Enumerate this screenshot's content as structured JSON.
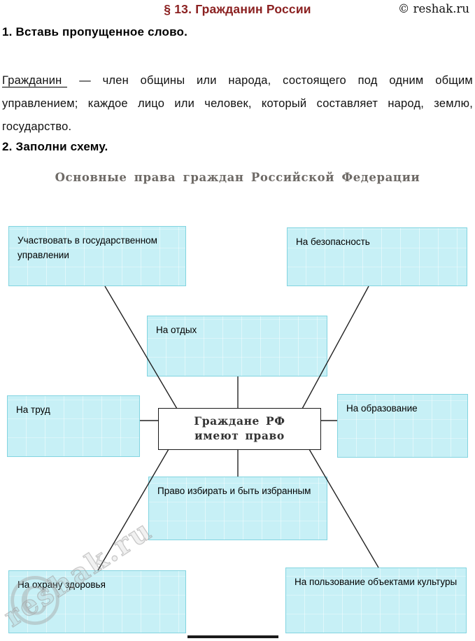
{
  "header": {
    "title": "§ 13. Гражданин России",
    "brand": "© reshak.ru"
  },
  "task1": {
    "heading": "1. Вставь пропущенное слово.",
    "term": "Гражданин",
    "definition": "— член общины или народа, состоящего под одним общим управлением; каждое лицо или человек, который составляет народ, землю, государство."
  },
  "task2": {
    "heading": "2. Заполни схему."
  },
  "diagram": {
    "title": "Основные права граждан Российской Федерации",
    "center": {
      "line1": "Граждане РФ",
      "line2": "имеют право"
    },
    "boxes": [
      {
        "id": "participate",
        "label": "Участвовать в государственном управлении"
      },
      {
        "id": "safety",
        "label": "На безопасность"
      },
      {
        "id": "rest",
        "label": "На отдых"
      },
      {
        "id": "labor",
        "label": "На труд"
      },
      {
        "id": "education",
        "label": "На образование"
      },
      {
        "id": "elect",
        "label": "Право избирать и быть избранным"
      },
      {
        "id": "health",
        "label": "На охрану здоровья"
      },
      {
        "id": "culture",
        "label": "На пользование объектами культуры"
      }
    ]
  },
  "watermark": {
    "text": "reshak.ru",
    "symbol": "©"
  },
  "colors": {
    "title": "#8b2121",
    "box_fill": "#c7f0f6",
    "box_border": "#82d4e0"
  }
}
